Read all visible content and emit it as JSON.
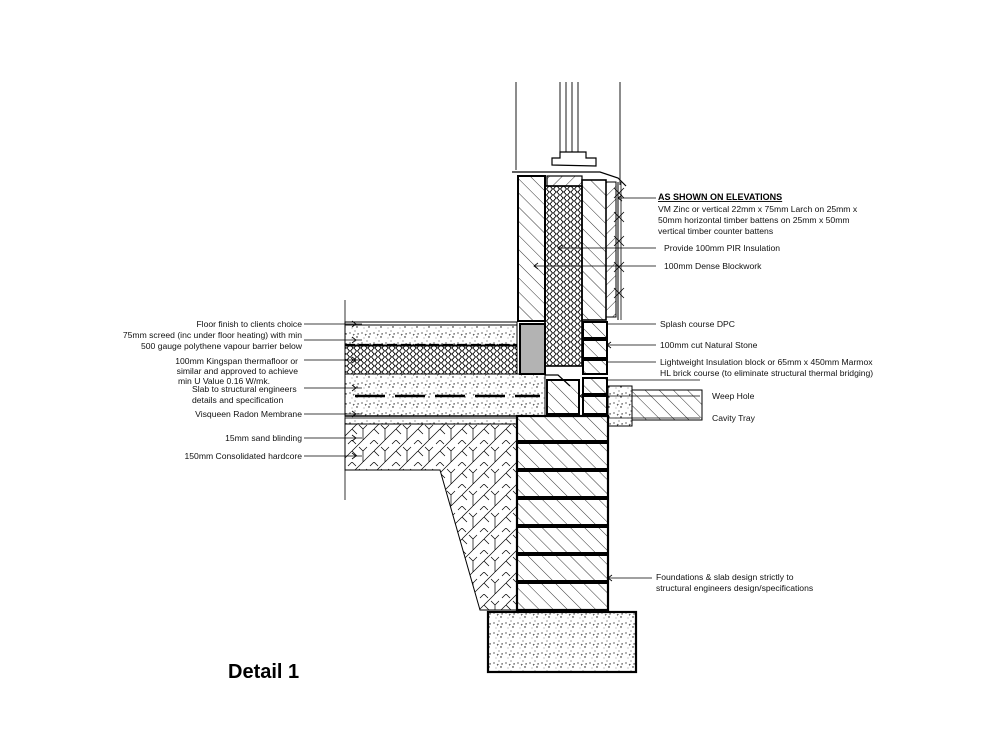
{
  "title": "Detail 1",
  "annotations_right": {
    "elevations_heading": "AS SHOWN ON ELEVATIONS",
    "cladding": [
      "VM Zinc or vertical 22mm x 75mm Larch on 25mm x",
      "50mm horizontal timber battens on 25mm x 50mm",
      "vertical timber counter battens"
    ],
    "pir": "Provide 100mm PIR Insulation",
    "blockwork": "100mm Dense Blockwork",
    "dpc": "Splash course DPC",
    "stone": "100mm cut Natural Stone",
    "lightweight": [
      "Lightweight Insulation block or 65mm x 450mm Marmox",
      "HL brick course (to eliminate structural thermal bridging)"
    ],
    "weep": "Weep Hole",
    "tray": "Cavity Tray",
    "foundations": [
      "Foundations & slab design strictly to",
      "structural engineers design/specifications"
    ]
  },
  "annotations_left": {
    "floor_finish": "Floor finish to clients choice",
    "screed": [
      "75mm screed (inc under floor heating) with min",
      "500 gauge polythene vapour barrier below"
    ],
    "kingspan": [
      "100mm Kingspan thermafloor or",
      "similar and approved to achieve",
      "min U Value 0.16 W/mk."
    ],
    "slab": [
      "Slab to structural engineers",
      "details and specification"
    ],
    "radon": "Visqueen Radon Membrane",
    "sand": "15mm sand blinding",
    "hardcore": "150mm Consolidated hardcore"
  }
}
